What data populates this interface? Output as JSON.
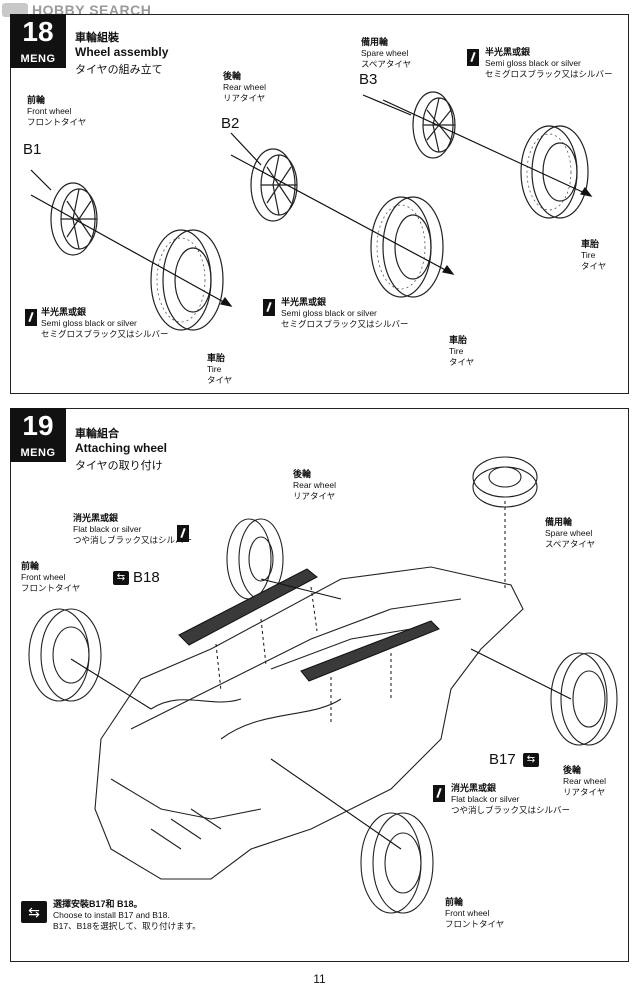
{
  "watermark": "HOBBY SEARCH",
  "brand": "MENG",
  "page_number": "11",
  "step18": {
    "number": "18",
    "title_zh": "車輪組裝",
    "title_en": "Wheel assembly",
    "title_jp": "タイヤの組み立て",
    "front": {
      "zh": "前輪",
      "en": "Front wheel",
      "jp": "フロントタイヤ",
      "part": "B1"
    },
    "rear": {
      "zh": "後輪",
      "en": "Rear wheel",
      "jp": "リアタイヤ",
      "part": "B2"
    },
    "spare": {
      "zh": "備用輪",
      "en": "Spare wheel",
      "jp": "スペアタイヤ",
      "part": "B3"
    },
    "paint": {
      "zh": "半光黑或銀",
      "en": "Semi gloss black or silver",
      "jp": "セミグロスブラック又はシルバー"
    },
    "tire": {
      "zh": "車胎",
      "en": "Tire",
      "jp": "タイヤ"
    }
  },
  "step19": {
    "number": "19",
    "title_zh": "車輪組合",
    "title_en": "Attaching wheel",
    "title_jp": "タイヤの取り付け",
    "rear": {
      "zh": "後輪",
      "en": "Rear wheel",
      "jp": "リアタイヤ"
    },
    "spare": {
      "zh": "備用輪",
      "en": "Spare wheel",
      "jp": "スペアタイヤ"
    },
    "front": {
      "zh": "前輪",
      "en": "Front wheel",
      "jp": "フロントタイヤ"
    },
    "paint": {
      "zh": "消光黑或銀",
      "en": "Flat black or silver",
      "jp": "つや消しブラック又はシルバー"
    },
    "part_b18": "B18",
    "part_b17": "B17",
    "choose": {
      "zh": "選擇安裝B17和 B18。",
      "en": "Choose to install B17 and B18.",
      "jp": "B17、B18を選択して、取り付けます。"
    }
  }
}
